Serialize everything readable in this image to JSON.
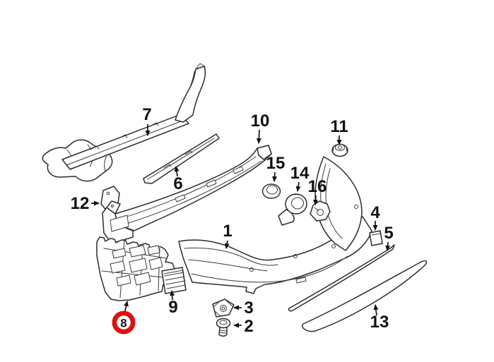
{
  "diagram": {
    "kind": "exploded-parts-diagram",
    "background_color": "#ffffff",
    "line_color": "#2b2b2b",
    "label_color": "#111111"
  },
  "highlight": {
    "part_label": "8",
    "ring_color": "#dd1111",
    "inner_color": "#ffffff"
  },
  "parts": [
    {
      "label": "1",
      "shape": "bumper-cover"
    },
    {
      "label": "2",
      "shape": "screw"
    },
    {
      "label": "3",
      "shape": "clip-nut"
    },
    {
      "label": "4",
      "shape": "adhesive-pad"
    },
    {
      "label": "5",
      "shape": "upper-trim-strip"
    },
    {
      "label": "6",
      "shape": "support-strip"
    },
    {
      "label": "7",
      "shape": "impact-strip"
    },
    {
      "label": "8",
      "shape": "side-bracket",
      "highlighted": true
    },
    {
      "label": "9",
      "shape": "grille-insert"
    },
    {
      "label": "10",
      "shape": "bumper-carrier"
    },
    {
      "label": "11",
      "shape": "plastic-nut"
    },
    {
      "label": "12",
      "shape": "cover-plate"
    },
    {
      "label": "13",
      "shape": "lower-trim-strip"
    },
    {
      "label": "14",
      "shape": "park-distance-sensor"
    },
    {
      "label": "15",
      "shape": "sensor-ring"
    },
    {
      "label": "16",
      "shape": "sensor-holder"
    }
  ]
}
